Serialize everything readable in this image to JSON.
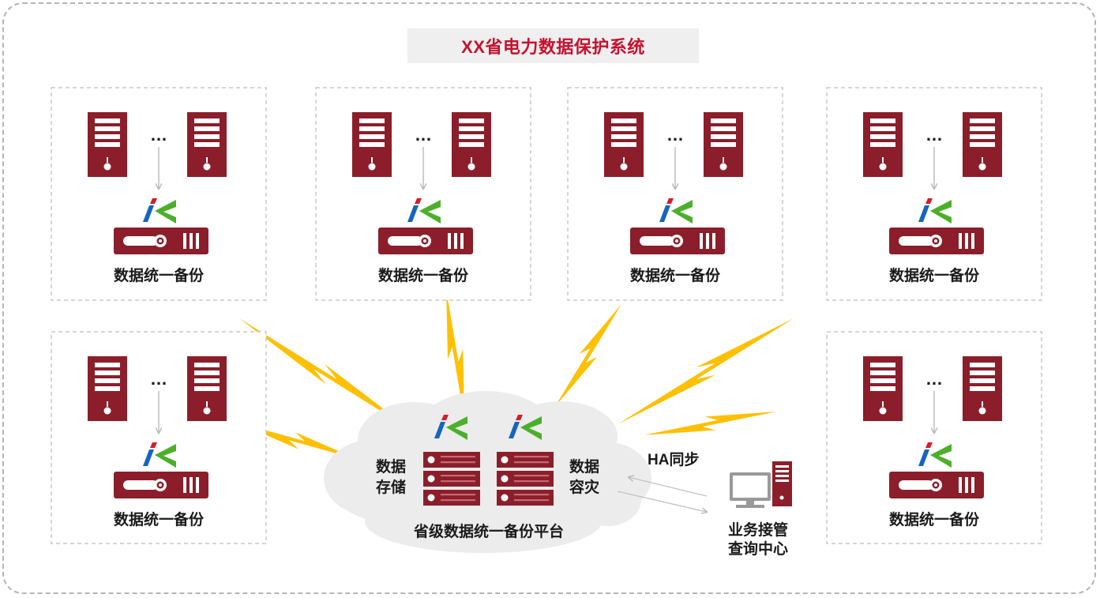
{
  "title": "XX省电力数据保护系统",
  "branch_nodes": [
    {
      "label": "数据统一备份"
    },
    {
      "label": "数据统一备份"
    },
    {
      "label": "数据统一备份"
    },
    {
      "label": "数据统一备份"
    },
    {
      "label": "数据统一备份"
    },
    {
      "label": "数据统一备份"
    }
  ],
  "ellipsis": "…",
  "platform": {
    "label": "省级数据统一备份平台",
    "storage_label": [
      "数据",
      "存储"
    ],
    "dr_label": [
      "数据",
      "容灾"
    ]
  },
  "ha_sync_label": "HA同步",
  "takeover_center_label": [
    "业务接管",
    "查询中心"
  ],
  "colors": {
    "server_red": "#8b1e2a",
    "title_red": "#c8102e",
    "bolt_yellow": "#ffc000",
    "cloud_gray": "#ececec",
    "logo_blue": "#1565c0",
    "logo_red": "#d21f2b",
    "logo_green": "#4caf2a",
    "dashed_border": "#b4b4b4"
  }
}
